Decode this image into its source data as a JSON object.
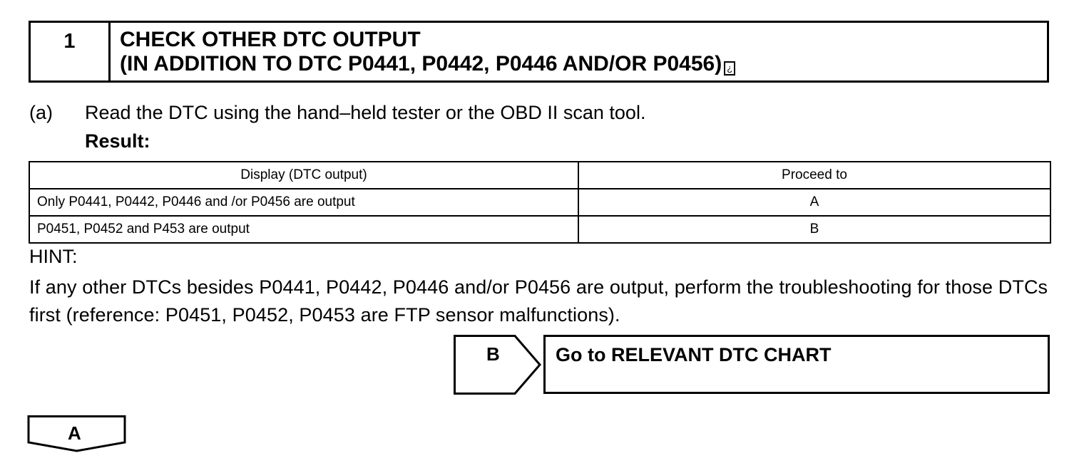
{
  "step": {
    "number": "1",
    "title_line1": "CHECK OTHER DTC OUTPUT",
    "title_line2": "(IN ADDITION TO DTC P0441, P0442, P0446 AND/OR P0456)",
    "title_glyph": "¿"
  },
  "instruction": {
    "label": "(a)",
    "text": "Read the DTC using the hand–held tester or the OBD II scan tool.",
    "result_label": "Result:"
  },
  "result_table": {
    "headers": [
      "Display (DTC output)",
      "Proceed to"
    ],
    "rows": [
      [
        "Only P0441, P0442, P0446 and /or P0456 are output",
        "A"
      ],
      [
        "P0451, P0452 and P453 are output",
        "B"
      ]
    ]
  },
  "hint": {
    "label": "HINT:",
    "text": "If any other DTCs besides P0441, P0442, P0446 and/or P0456 are output, perform the troubleshooting for those DTCs first (reference: P0451, P0452, P0453 are FTP sensor malfunctions)."
  },
  "branch_b": {
    "label": "B",
    "action": "Go to RELEVANT DTC CHART"
  },
  "branch_a": {
    "label": "A"
  }
}
